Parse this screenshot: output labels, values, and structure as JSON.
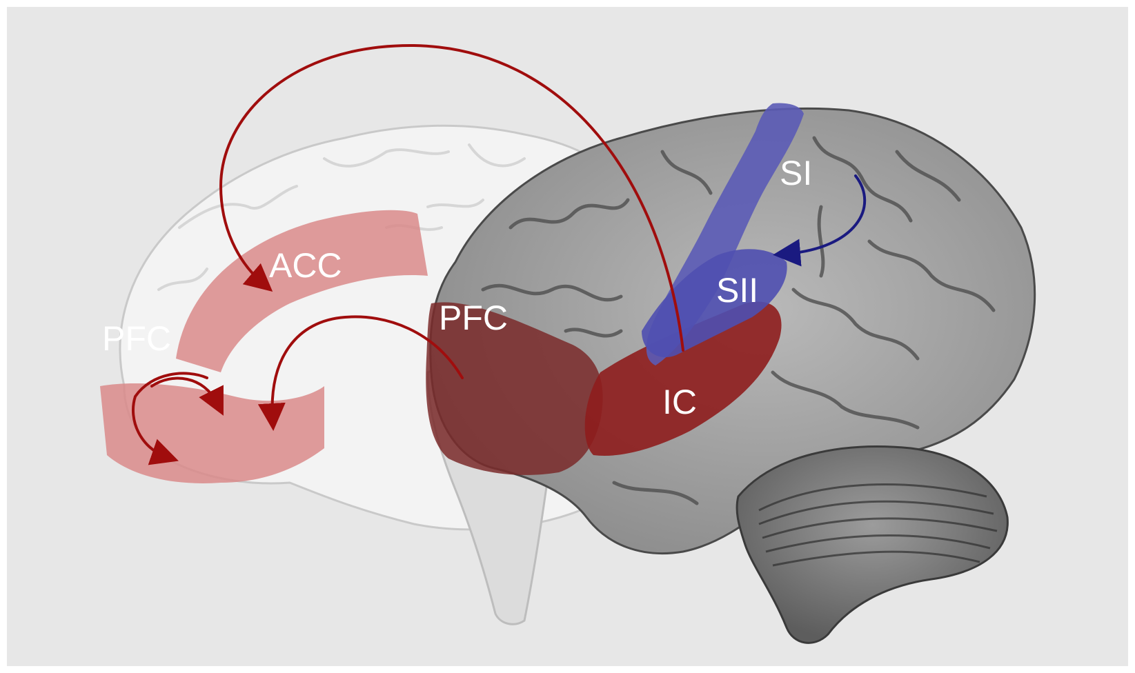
{
  "labels": {
    "acc": "ACC",
    "pfc_medial": "PFC",
    "pfc_lateral": "PFC",
    "si": "SI",
    "sii": "SII",
    "ic": "IC"
  },
  "colors": {
    "background": "#e7e7e7",
    "medial_region": "#d98a8a",
    "lateral_region": "#7a2a2a",
    "insula": "#8e1d1d",
    "somatosensory": "#5b5bb6",
    "arrow_red": "#a00d0d",
    "arrow_blue": "#1a1a80",
    "label_text": "#ffffff"
  },
  "icons": {
    "pathway_arrow_red": "curved-arrow-icon",
    "pathway_arrow_blue": "curved-arrow-icon"
  }
}
